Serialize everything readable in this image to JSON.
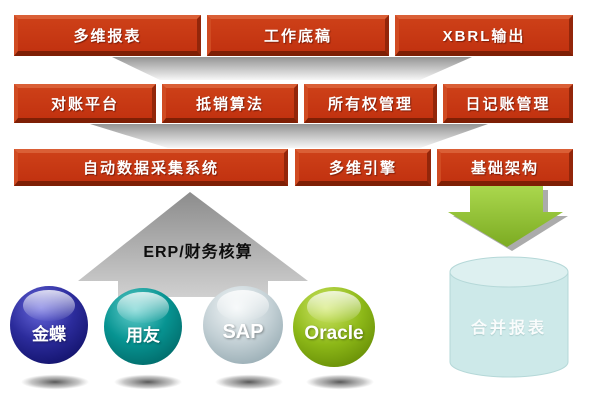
{
  "diagram": {
    "layers": {
      "row1": {
        "items": [
          {
            "label": "多维报表"
          },
          {
            "label": "工作底稿"
          },
          {
            "label": "XBRL输出"
          }
        ]
      },
      "row2": {
        "items": [
          {
            "label": "对账平台"
          },
          {
            "label": "抵销算法"
          },
          {
            "label": "所有权管理"
          },
          {
            "label": "日记账管理"
          }
        ]
      },
      "row3": {
        "items": [
          {
            "label": "自动数据采集系统"
          },
          {
            "label": "多维引擎"
          },
          {
            "label": "基础架构"
          }
        ]
      }
    },
    "up_arrow": {
      "label": "ERP/财务核算"
    },
    "source_systems": [
      {
        "label": "金蝶",
        "color": "#1c1c7e"
      },
      {
        "label": "用友",
        "color": "#079492"
      },
      {
        "label": "SAP",
        "color": "#c3d0d5"
      },
      {
        "label": "Oracle",
        "color": "#8db818"
      }
    ],
    "output_database": {
      "label": "合并报表",
      "color": "#cde9e9"
    },
    "colors": {
      "bar_red": "#c43a12",
      "bar_bevel_light": "#da5f36",
      "bar_bevel_dark": "#7e1f05",
      "up_arrow_gray": "#a0a0a0",
      "down_arrow_green": "#94c73e",
      "cylinder_blue": "#cde9e9"
    }
  }
}
